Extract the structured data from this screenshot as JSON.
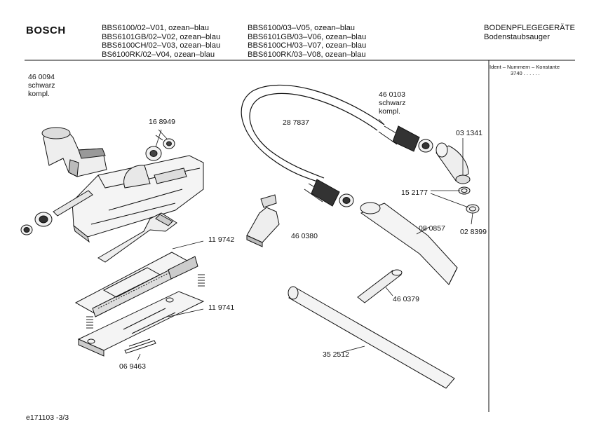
{
  "header": {
    "brand": "BOSCH",
    "models_col1": [
      "BBS6100/02–V01, ozean–blau",
      "BBS6101GB/02–V02, ozean–blau",
      "BBS6100CH/02–V03, ozean–blau",
      "BS6100RK/02–V04, ozean–blau"
    ],
    "models_col2": [
      "BBS6100/03–V05, ozean–blau",
      "BBS6101GB/03–V06, ozean–blau",
      "BBS6100CH/03–V07, ozean–blau",
      "BBS6100RK/03–V08, ozean–blau"
    ],
    "category": "BODENPFLEGEGERÄTE",
    "subcategory": "Bodenstaubsauger"
  },
  "ident": {
    "title": "Ident – Nummern – Konstante",
    "value": "3740  . .     . . . ."
  },
  "parts": {
    "p460094": [
      "46 0094",
      "schwarz",
      "kompl."
    ],
    "p168949": "16 8949",
    "p287837": "28 7837",
    "p460103": [
      "46 0103",
      "schwarz",
      "kompl."
    ],
    "p031341": "03 1341",
    "p152177": "15 2177",
    "p028399": "02 8399",
    "p080857": "08 0857",
    "p460380": "46 0380",
    "p119742": "11 9742",
    "p119741": "11 9741",
    "p460379": "46 0379",
    "p352512": "35 2512",
    "p069463": "06 9463"
  },
  "footer": {
    "doc_id": "e171103 -3/3"
  }
}
